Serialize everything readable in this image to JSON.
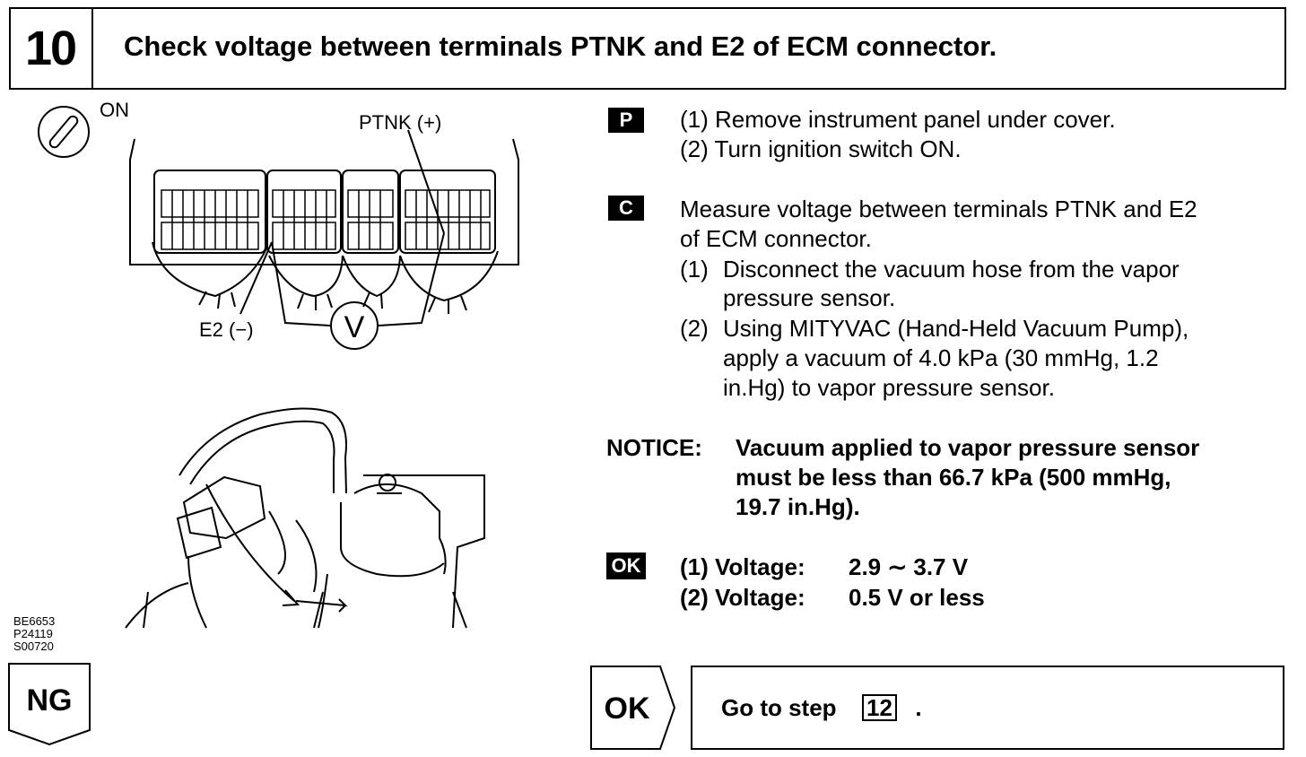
{
  "header": {
    "step_number": "10",
    "title": "Check voltage between terminals PTNK and E2 of ECM connector."
  },
  "diagram": {
    "ignition_label": "ON",
    "ptnk_label": "PTNK (+)",
    "e2_label": "E2 (−)",
    "meter_label": "V",
    "figure_codes": [
      "BE6653",
      "P24119",
      "S00720"
    ]
  },
  "prepare": {
    "badge": "P",
    "lines": [
      "(1) Remove instrument panel under cover.",
      "(2) Turn ignition switch ON."
    ]
  },
  "check": {
    "badge": "C",
    "intro": [
      "Measure voltage between terminals PTNK and E2",
      "of ECM connector."
    ],
    "step1_num": "(1)",
    "step1_lines": [
      "Disconnect the vacuum hose from the vapor",
      "pressure sensor."
    ],
    "step2_num": "(2)",
    "step2_lines": [
      "Using MITYVAC (Hand-Held Vacuum Pump),",
      "apply a vacuum of 4.0 kPa (30 mmHg, 1.2",
      "in.Hg) to vapor pressure sensor."
    ]
  },
  "notice": {
    "label": "NOTICE:",
    "lines": [
      "Vacuum applied to vapor pressure sensor",
      "must be less than 66.7 kPa (500 mmHg,",
      "19.7 in.Hg)."
    ]
  },
  "ok_spec": {
    "badge": "OK",
    "rows": [
      {
        "label": "(1) Voltage:",
        "value": "2.9 ∼ 3.7 V"
      },
      {
        "label": "(2) Voltage:",
        "value": "0.5 V or less"
      }
    ]
  },
  "ng_tag": "NG",
  "ok_arrow": "OK",
  "goto": {
    "prefix": "Go to step",
    "step": "12",
    "suffix": "."
  }
}
